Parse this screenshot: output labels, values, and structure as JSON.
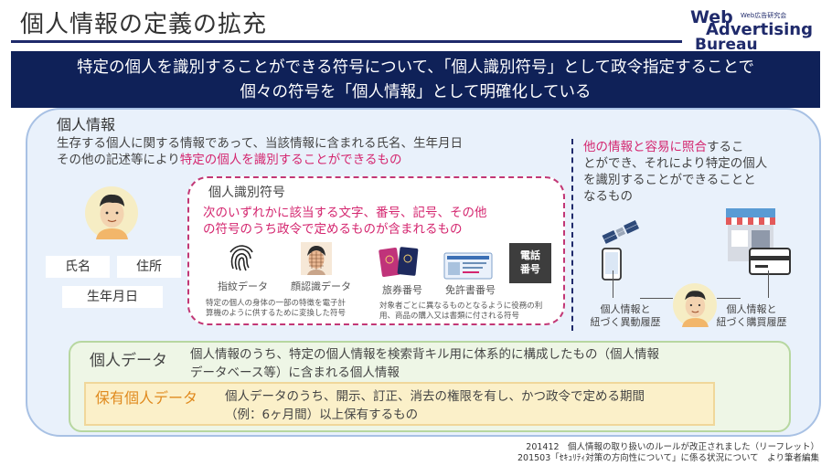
{
  "header": {
    "title": "個人情報の定義の拡充"
  },
  "logo": {
    "line1": "Web",
    "sub": "Web広告研究会",
    "line2": "Advertising",
    "line3": "Bureau"
  },
  "banner": {
    "line1": "特定の個人を識別することができる符号について、「個人識別符号」として政令指定することで",
    "line2": "個々の符号を「個人情報」として明確化している"
  },
  "personal_info": {
    "label": "個人情報",
    "desc_line1": "生存する個人に関する情報であって、当該情報に含まれる氏名、生年月日",
    "desc_line2_plain": "その他の記述等により",
    "desc_line2_red": "特定の個人を識別することができるもの",
    "tags": {
      "name": "氏名",
      "address": "住所",
      "birthday": "生年月日"
    }
  },
  "identifier": {
    "title": "個人識別符号",
    "desc_line1": "次のいずれかに該当する文字、番号、記号、その他",
    "desc_line2": "の符号のうち政令で定めるものが含まれるもの",
    "fingerprint_label": "指紋データ",
    "face_label": "顔認識データ",
    "passport_label": "旅券番号",
    "license_label": "免許書番号",
    "phone_label_1": "電話",
    "phone_label_2": "番号",
    "note_left_1": "特定の個人の身体の一部の特徴を電子計",
    "note_left_2": "算機のように供するために変換した符号",
    "note_right_1": "対象者ごとに異なるものとなるように役務の利",
    "note_right_2": "用、商品の購入又は書類に付される符号"
  },
  "right": {
    "desc_red": "他の情報と容易に照合",
    "desc_1": "するこ",
    "desc_2": "とができ、それにより特定の個人",
    "desc_3": "を識別することができることと",
    "desc_4": "なるもの",
    "move_history_1": "個人情報と",
    "move_history_2": "紐づく異動履歴",
    "purchase_history_1": "個人情報と",
    "purchase_history_2": "紐づく購買履歴"
  },
  "personal_data": {
    "label": "個人データ",
    "desc_line1": "個人情報のうち、特定の個人情報を検索背キル用に体系的に構成したもの（個人情報",
    "desc_line2": "データベース等）に含まれる個人情報"
  },
  "retained_data": {
    "label": "保有個人データ",
    "desc_line1": "個人データのうち、開示、訂正、消去の権限を有し、かつ政令で定める期間",
    "desc_line2": "（例：6ヶ月間）以上保有するもの"
  },
  "footer": {
    "line1": "201412　個人情報の取り扱いのルールが改正されました（リーフレット）",
    "line2": "201503「ｾｷｭﾘﾃｨ対策の方向性について」に係る状況について　より筆者編集"
  },
  "colors": {
    "navy": "#0f2158",
    "accent_red": "#d4266f",
    "orange": "#e08a1e"
  },
  "icons": [
    "person-icon",
    "fingerprint-icon",
    "face-scan-icon",
    "passport-icon",
    "license-card-icon",
    "phone-number-icon",
    "smartphone-icon",
    "satellite-icon",
    "store-icon",
    "credit-card-icon"
  ]
}
